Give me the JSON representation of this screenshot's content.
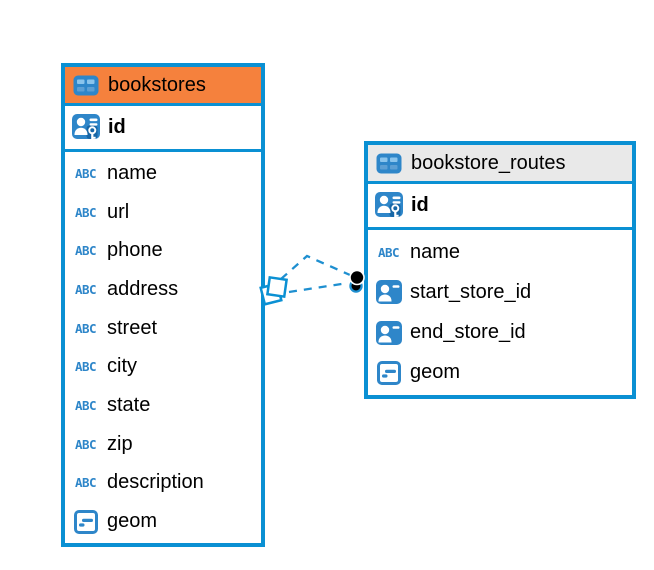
{
  "diagram_type": "database-er-diagram",
  "colors": {
    "canvas_background": "#FFFFFF",
    "table_border": "#0A90D3",
    "bookstores_header": "#F5813D",
    "routes_header": "#E9E9E9",
    "icon_blue": "#2E86C9",
    "icon_cell_light": "#8AC4EC",
    "icon_cell_dark": "#5C9FD4",
    "connector_blue": "#1E8FD0",
    "text": "#000000"
  },
  "icons": {
    "text_type_label": "ABC"
  },
  "tables": [
    {
      "name": "bookstores",
      "header_style": "orange",
      "header_icon": "table-icon",
      "primary_key": {
        "name": "id",
        "icon": "person-key-icon"
      },
      "columns": [
        {
          "name": "name",
          "type": "text",
          "icon": "abc-text-icon"
        },
        {
          "name": "url",
          "type": "text",
          "icon": "abc-text-icon"
        },
        {
          "name": "phone",
          "type": "text",
          "icon": "abc-text-icon"
        },
        {
          "name": "address",
          "type": "text",
          "icon": "abc-text-icon"
        },
        {
          "name": "street",
          "type": "text",
          "icon": "abc-text-icon"
        },
        {
          "name": "city",
          "type": "text",
          "icon": "abc-text-icon"
        },
        {
          "name": "state",
          "type": "text",
          "icon": "abc-text-icon"
        },
        {
          "name": "zip",
          "type": "text",
          "icon": "abc-text-icon"
        },
        {
          "name": "description",
          "type": "text",
          "icon": "abc-text-icon"
        },
        {
          "name": "geom",
          "type": "geometry",
          "icon": "geometry-icon"
        }
      ]
    },
    {
      "name": "bookstore_routes",
      "header_style": "gray",
      "header_icon": "table-icon",
      "primary_key": {
        "name": "id",
        "icon": "person-key-icon"
      },
      "columns": [
        {
          "name": "name",
          "type": "text",
          "icon": "abc-text-icon"
        },
        {
          "name": "start_store_id",
          "type": "reference",
          "icon": "person-card-icon"
        },
        {
          "name": "end_store_id",
          "type": "reference",
          "icon": "person-card-icon"
        },
        {
          "name": "geom",
          "type": "geometry",
          "icon": "geometry-icon"
        }
      ]
    }
  ],
  "relationships": [
    {
      "from": "bookstores",
      "to": "bookstore_routes",
      "line_style": "dashed",
      "source_marker": "stacked-squares",
      "target_marker": "black-dot-blue-ring"
    },
    {
      "from": "bookstores",
      "to": "bookstore_routes",
      "line_style": "dashed",
      "source_marker": "stacked-squares",
      "target_marker": "black-dot-blue-ring"
    }
  ]
}
